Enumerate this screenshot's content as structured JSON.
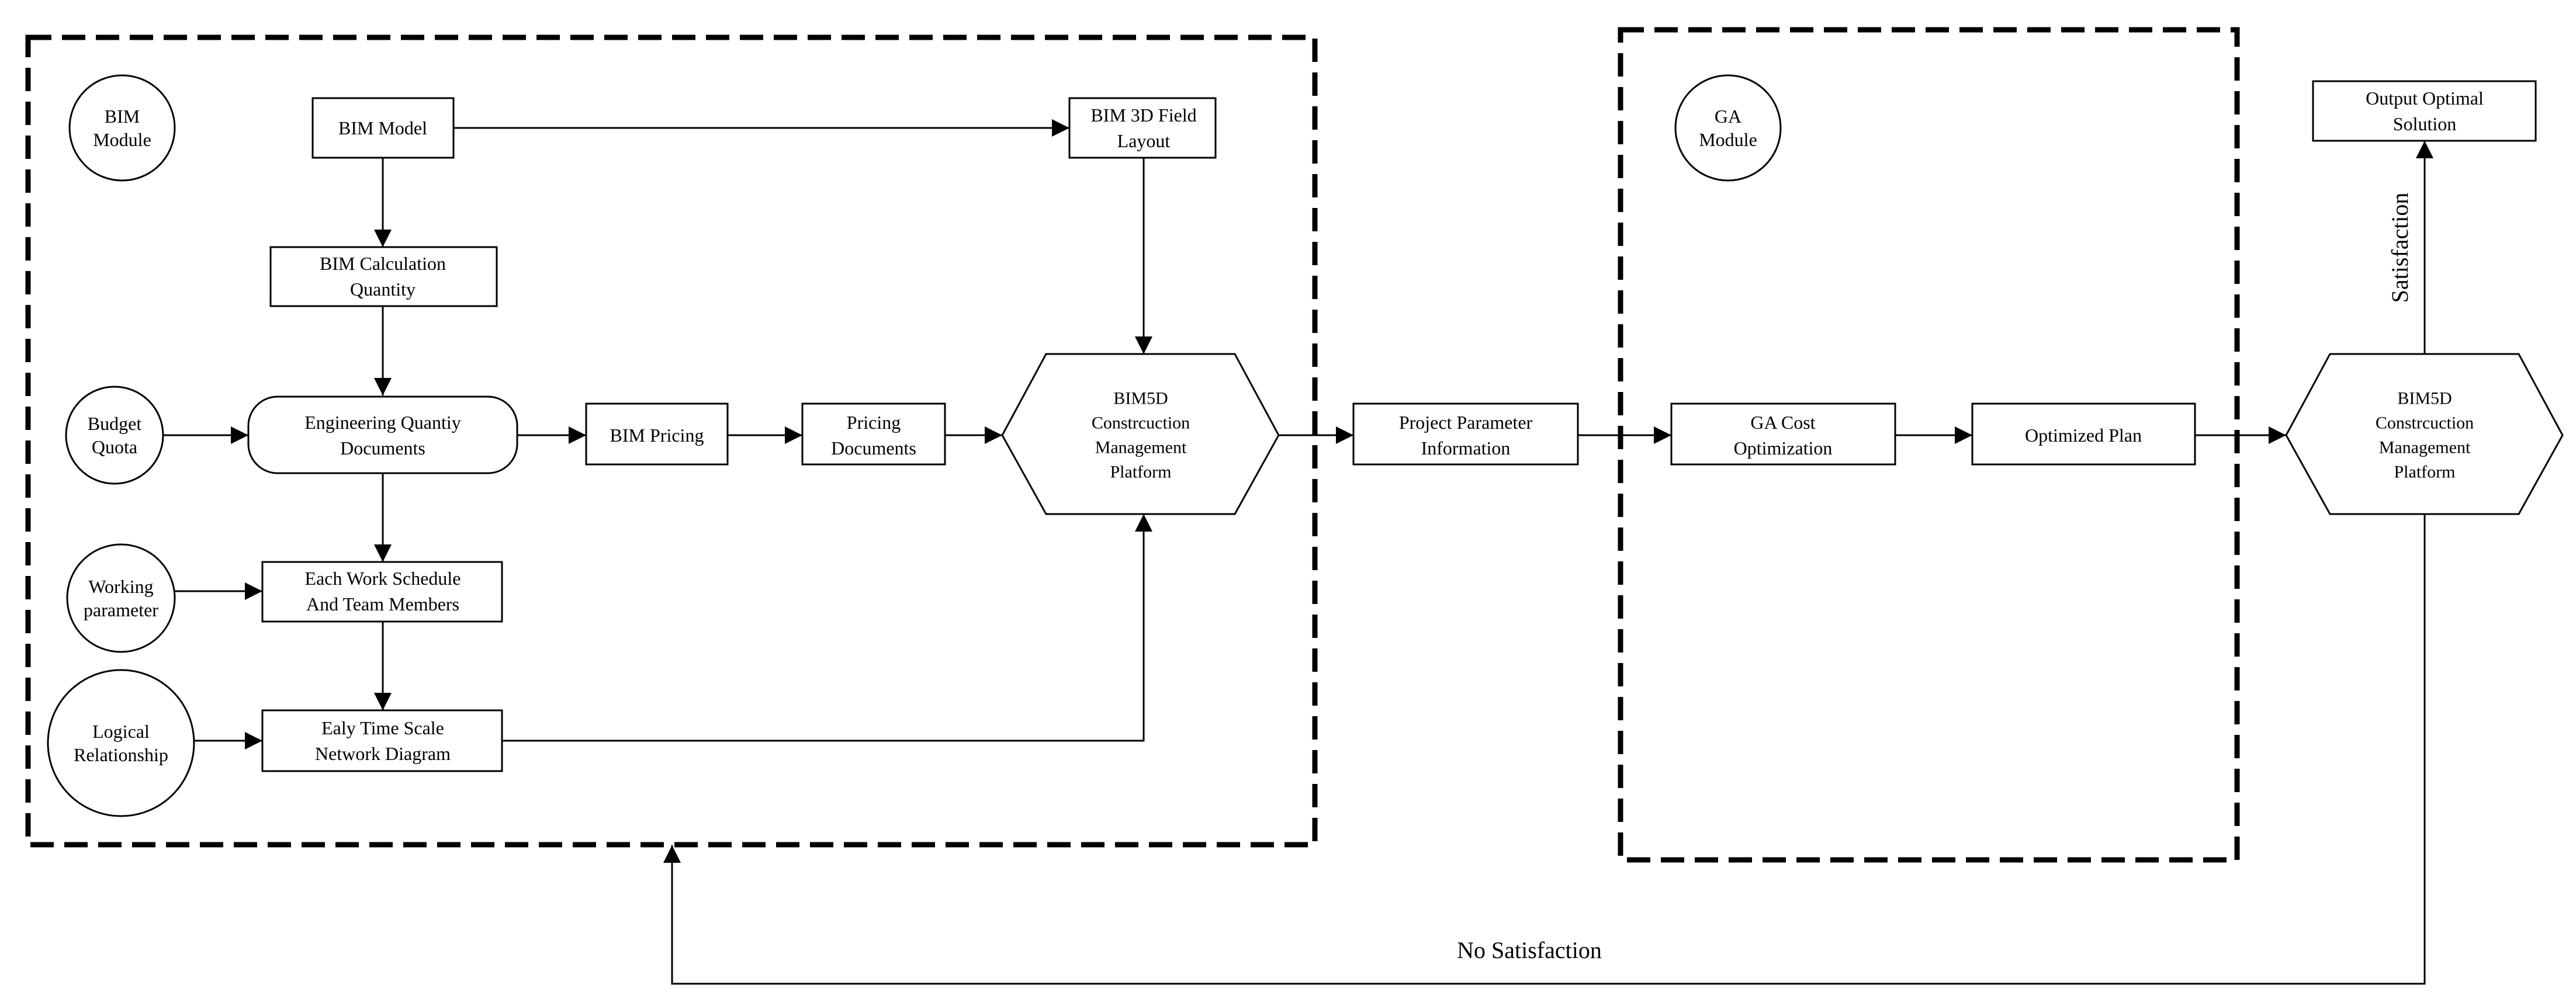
{
  "diagram": {
    "nodes": {
      "bim_module": {
        "lines": [
          "BIM",
          "Module"
        ]
      },
      "ga_module": {
        "lines": [
          "GA",
          "Module"
        ]
      },
      "budget_quota": {
        "lines": [
          "Budget",
          "Quota"
        ]
      },
      "working_parameter": {
        "lines": [
          "Working",
          "parameter"
        ]
      },
      "logical_relationship": {
        "lines": [
          "Logical",
          "Relationship"
        ]
      },
      "bim_model": {
        "lines": [
          "BIM Model"
        ]
      },
      "bim_calc_quantity": {
        "lines": [
          "BIM Calculation",
          "Quantity"
        ]
      },
      "engineering_quantity_docs": {
        "lines": [
          "Engineering Quantiy",
          "Documents"
        ]
      },
      "work_schedule": {
        "lines": [
          "Each Work Schedule",
          "And Team Members"
        ]
      },
      "time_scale_network": {
        "lines": [
          "Ealy Time Scale",
          "Network Diagram"
        ]
      },
      "bim_pricing": {
        "lines": [
          "BIM Pricing"
        ]
      },
      "pricing_documents": {
        "lines": [
          "Pricing",
          "Documents"
        ]
      },
      "bim_3d_field_layout": {
        "lines": [
          "BIM 3D Field",
          "Layout"
        ]
      },
      "bim5d_platform_1": {
        "lines": [
          "BIM5D",
          "Constrcuction",
          "Management",
          "Platform"
        ]
      },
      "project_parameter_info": {
        "lines": [
          "Project Parameter",
          "Information"
        ]
      },
      "ga_cost_optimization": {
        "lines": [
          "GA Cost",
          "Optimization"
        ]
      },
      "optimized_plan": {
        "lines": [
          "Optimized Plan"
        ]
      },
      "bim5d_platform_2": {
        "lines": [
          "BIM5D",
          "Constrcuction",
          "Management",
          "Platform"
        ]
      },
      "output_optimal_solution": {
        "lines": [
          "Output Optimal",
          "Solution"
        ]
      }
    },
    "edge_labels": {
      "satisfaction": "Satisfaction",
      "no_satisfaction": "No Satisfaction"
    }
  }
}
